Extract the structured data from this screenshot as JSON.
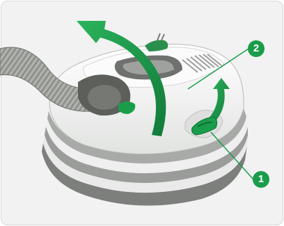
{
  "colors": {
    "accent_green": "#1a9d4a",
    "dark_green": "#0e6e34",
    "body_white": "#f4f5f4",
    "shade_grey": "#c8cac8",
    "bumper_dark": "#7d7f7d",
    "hose_grey": "#8d8f8b",
    "background": "#f1f2f1"
  },
  "callouts": [
    {
      "label": "1",
      "points_to": "bag-compartment-release-lever"
    },
    {
      "label": "2",
      "points_to": "top-lid"
    }
  ],
  "icons": {
    "arrow": "curved-arrow-icon",
    "hose": "hose-icon",
    "lever": "release-lever-icon"
  }
}
